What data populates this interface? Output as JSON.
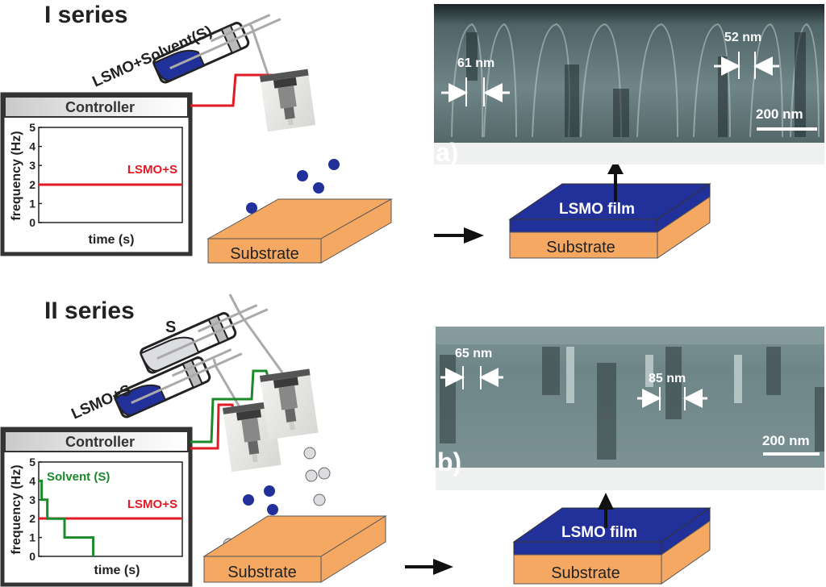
{
  "series1": {
    "title": "I series",
    "syringe_label": "LSMO+Solvent(S)",
    "controller": {
      "title": "Controller",
      "ylabel": "frequency (Hz)",
      "xlabel": "time (s)",
      "yticks": [
        "0",
        "1",
        "2",
        "3",
        "4",
        "5"
      ],
      "line_label": "LSMO+S"
    },
    "substrate_label": "Substrate",
    "film_label": "LSMO film",
    "film_substrate_label": "Substrate",
    "tem": {
      "panel_label": "a)",
      "measure1": "61 nm",
      "measure2": "52 nm",
      "scalebar": "200 nm"
    }
  },
  "series2": {
    "title": "II series",
    "syringe_solvent_label": "S",
    "syringe_label": "LSMO+S",
    "controller": {
      "title": "Controller",
      "ylabel": "frequency (Hz)",
      "xlabel": "time (s)",
      "yticks": [
        "0",
        "1",
        "2",
        "3",
        "4",
        "5"
      ],
      "solvent_label": "Solvent (S)",
      "line_label": "LSMO+S"
    },
    "substrate_label": "Substrate",
    "film_label": "LSMO film",
    "film_substrate_label": "Substrate",
    "tem": {
      "panel_label": "b)",
      "measure1": "65 nm",
      "measure2": "85 nm",
      "scalebar": "200 nm"
    }
  },
  "colors": {
    "lsmo_blue": "#22309a",
    "substrate_orange": "#f4a862",
    "lsmo_line_red": "#e01b24",
    "solvent_green": "#1a8a2a",
    "solvent_gray": "#dcdde0"
  },
  "chart_data": [
    {
      "type": "line",
      "title": "Controller (I series)",
      "xlabel": "time (s)",
      "ylabel": "frequency (Hz)",
      "ylim": [
        0,
        5
      ],
      "series": [
        {
          "name": "LSMO+S",
          "color": "#e01b24",
          "points": [
            [
              0,
              2
            ],
            [
              1,
              2
            ]
          ]
        }
      ]
    },
    {
      "type": "line",
      "title": "Controller (II series)",
      "xlabel": "time (s)",
      "ylabel": "frequency (Hz)",
      "ylim": [
        0,
        5
      ],
      "series": [
        {
          "name": "LSMO+S",
          "color": "#e01b24",
          "points": [
            [
              0,
              2
            ],
            [
              1,
              2
            ]
          ]
        },
        {
          "name": "Solvent (S)",
          "color": "#1a8a2a",
          "points": [
            [
              0,
              4
            ],
            [
              0.02,
              4
            ],
            [
              0.02,
              3
            ],
            [
              0.06,
              3
            ],
            [
              0.06,
              2
            ],
            [
              0.18,
              2
            ],
            [
              0.18,
              1
            ],
            [
              0.38,
              1
            ],
            [
              0.38,
              0
            ]
          ]
        }
      ]
    }
  ]
}
